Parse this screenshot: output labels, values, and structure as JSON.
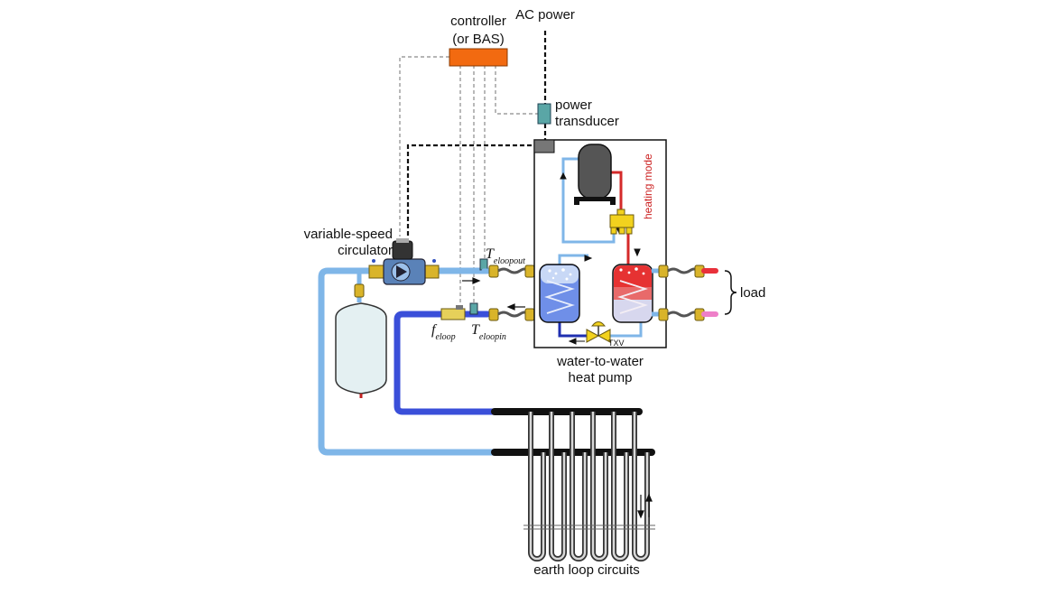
{
  "labels": {
    "ac_power": "AC power",
    "controller_line1": "controller",
    "controller_line2": "(or BAS)",
    "power_transducer_line1": "power",
    "power_transducer_line2": "transducer",
    "heating_mode": "heating mode",
    "circulator_line1": "variable-speed",
    "circulator_line2": "circulator",
    "t_eloopout_main": "T",
    "t_eloopout_sub": "eloopout",
    "t_eloopin_main": "T",
    "t_eloopin_sub": "eloopin",
    "f_eloop_main": "f",
    "f_eloop_sub": "eloop",
    "txv": "TXV",
    "load": "load",
    "heat_pump_line1": "water-to-water",
    "heat_pump_line2": "heat pump",
    "earth_loop": "earth loop circuits"
  },
  "colors": {
    "controller": "#f26a10",
    "power_transducer": "#5aa6a6",
    "light_pipe": "#7fb6e8",
    "dark_pipe": "#3a4fd9",
    "hot_line": "#d42a2a",
    "load_supply": "#e8303a",
    "load_return": "#ee7fc8",
    "brass": "#d9b42a",
    "heating_mode_text": "#cc2222"
  },
  "icons": {
    "circulator": "pump-icon",
    "expansion_tank": "expansion-tank-icon",
    "compressor": "compressor-icon",
    "reversing_valve": "reversing-valve-icon",
    "txv": "expansion-valve-icon",
    "flow_meter": "flow-meter-icon",
    "temperature_sensor": "temperature-sensor-icon"
  }
}
